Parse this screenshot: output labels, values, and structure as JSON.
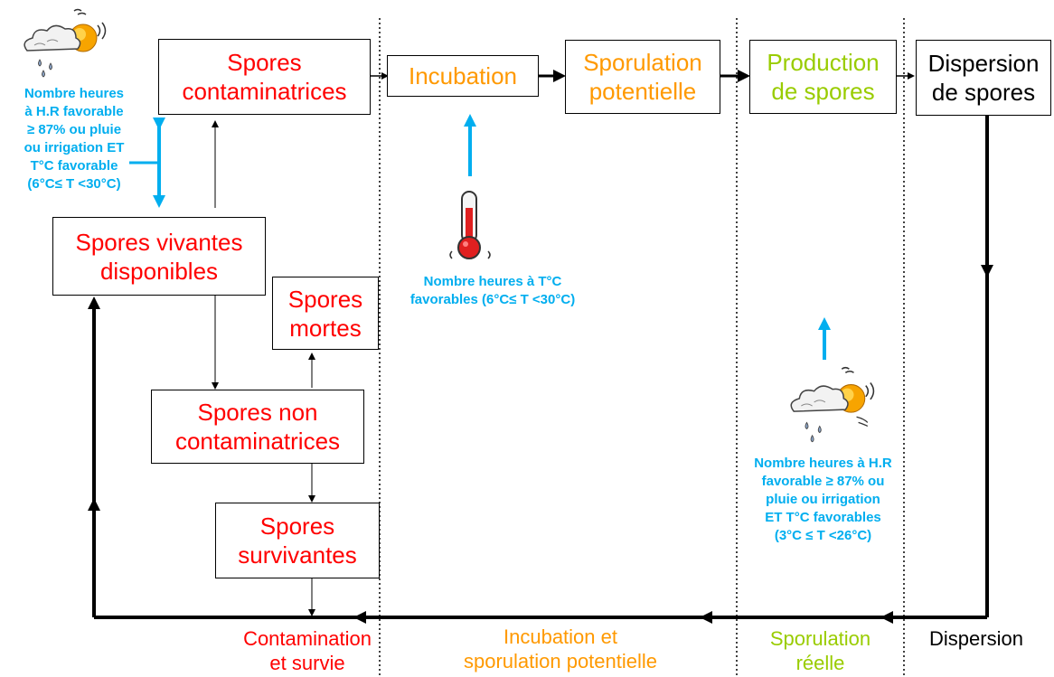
{
  "boxes": {
    "contaminating": "Spores\ncontaminatrices",
    "incubation": "Incubation",
    "potential_sporulation": "Sporulation\npotentielle",
    "spore_production": "Production\nde spores",
    "spore_dispersal": "Dispersion\nde spores",
    "living_available": "Spores vivantes\ndisponibles",
    "dead": "Spores\nmortes",
    "non_contaminating": "Spores non\ncontaminatrices",
    "surviving": "Spores\nsurvivantes"
  },
  "notes": {
    "humidity_left": "Nombre heures\nà H.R  favorable\n≥ 87% ou pluie\nou irrigation ET\nT°C favorable\n(6°C≤ T <30°C)",
    "temperature": "Nombre heures à T°C\nfavorables (6°C≤ T <30°C)",
    "humidity_right": "Nombre heures à H.R\nfavorable ≥ 87% ou\npluie ou irrigation\nET T°C favorables\n(3°C ≤ T <26°C)"
  },
  "phases": {
    "contamination": "Contamination\net survie",
    "incubation": "Incubation et\nsporulation potentielle",
    "sporulation": "Sporulation\nréelle",
    "dispersion": "Dispersion"
  },
  "icons": {
    "weather_left": "weather-cloud-sun-rain-icon",
    "thermometer": "thermometer-icon",
    "weather_right": "weather-cloud-sun-rain-icon"
  },
  "colors": {
    "red": "#ff0000",
    "orange": "#ff9900",
    "green": "#99cc00",
    "blue": "#00aeef"
  }
}
